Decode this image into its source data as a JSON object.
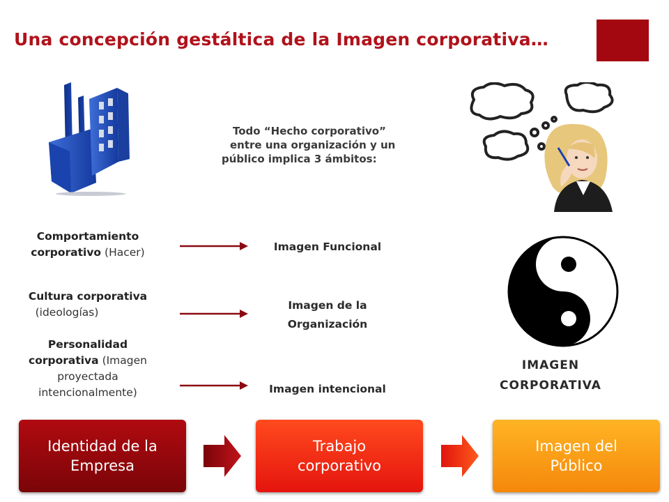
{
  "title": "Una concepción gestáltica de la Imagen corporativa…",
  "intro": {
    "line1": "Todo “Hecho corporativo”",
    "line2": "entre una organización y un",
    "line3": "público implica 3 ámbitos:"
  },
  "rows": [
    {
      "left_bold_1": "Comportamiento",
      "left_bold_2": "corporativo",
      "left_light": "(Hacer)",
      "right": "Imagen Funcional"
    },
    {
      "left_bold_1": "Cultura corporativa",
      "left_light": "(ideologías)",
      "right_1": "Imagen de la",
      "right_2": "Organización"
    },
    {
      "left_bold_1": "Personalidad",
      "left_bold_2": "corporativa",
      "left_light_1": "(Imagen",
      "left_light_2": "proyectada",
      "left_light_3": "intencionalmente)",
      "right": "Imagen intencional"
    }
  ],
  "imagen_corporativa": {
    "line1": "IMAGEN",
    "line2": "CORPORATIVA"
  },
  "process": [
    {
      "line1": "Identidad de la",
      "line2": "Empresa"
    },
    {
      "line1": "Trabajo",
      "line2": "corporativo"
    },
    {
      "line1": "Imagen del",
      "line2": "Público"
    }
  ],
  "colors": {
    "title": "#b0121b",
    "accent_square": "#a3070f",
    "arrow": "#8b0a12",
    "box1": "#9a0a0f",
    "box2": "#f2331a",
    "box3": "#fba51c",
    "factory": "#1b46b5"
  },
  "icons": [
    "factory-icon",
    "thinking-woman-illustration",
    "yin-yang-icon",
    "chevron-arrow-icon"
  ]
}
